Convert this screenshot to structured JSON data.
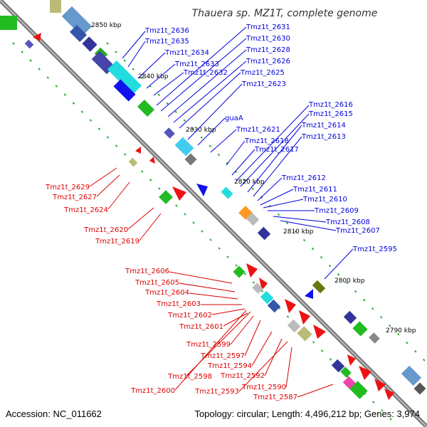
{
  "title": "Thauera sp. MZ1T, complete genome",
  "accession": "Accession: NC_011662",
  "topology": "Topology: circular; Length: 4,496,212 bp; Genes: 3,974",
  "colors": {
    "forward_label": "#0000dd",
    "reverse_label": "#dd0000",
    "backbone": "#888888",
    "tick": "#228822"
  },
  "ticks": [
    "2850 kbp",
    "2840 kbp",
    "2830 kbp",
    "2820 kbp",
    "2810 kbp",
    "2800 kbp",
    "2790 kbp"
  ],
  "forward_labels": [
    "Tmz1t_2636",
    "Tmz1t_2635",
    "Tmz1t_2634",
    "Tmz1t_2633",
    "Tmz1t_2632",
    "Tmz1t_2631",
    "Tmz1t_2630",
    "Tmz1t_2628",
    "Tmz1t_2626",
    "Tmz1t_2625",
    "Tmz1t_2623",
    "guaA",
    "Tmz1t_2621",
    "Tmz1t_2618",
    "Tmz1t_2617",
    "Tmz1t_2616",
    "Tmz1t_2615",
    "Tmz1t_2614",
    "Tmz1t_2613",
    "Tmz1t_2612",
    "Tmz1t_2611",
    "Tmz1t_2610",
    "Tmz1t_2609",
    "Tmz1t_2608",
    "Tmz1t_2607",
    "Tmz1t_2595"
  ],
  "reverse_labels": [
    "Tmz1t_2629",
    "Tmz1t_2627",
    "Tmz1t_2624",
    "Tmz1t_2620",
    "Tmz1t_2619",
    "Tmz1t_2606",
    "Tmz1t_2605",
    "Tmz1t_2604",
    "Tmz1t_2603",
    "Tmz1t_2602",
    "Tmz1t_2601",
    "Tmz1t_2599",
    "Tmz1t_2597",
    "Tmz1t_2594",
    "Tmz1t_2598",
    "Tmz1t_2592",
    "Tmz1t_2600",
    "Tmz1t_2593",
    "Tmz1t_2590",
    "Tmz1t_2587"
  ]
}
